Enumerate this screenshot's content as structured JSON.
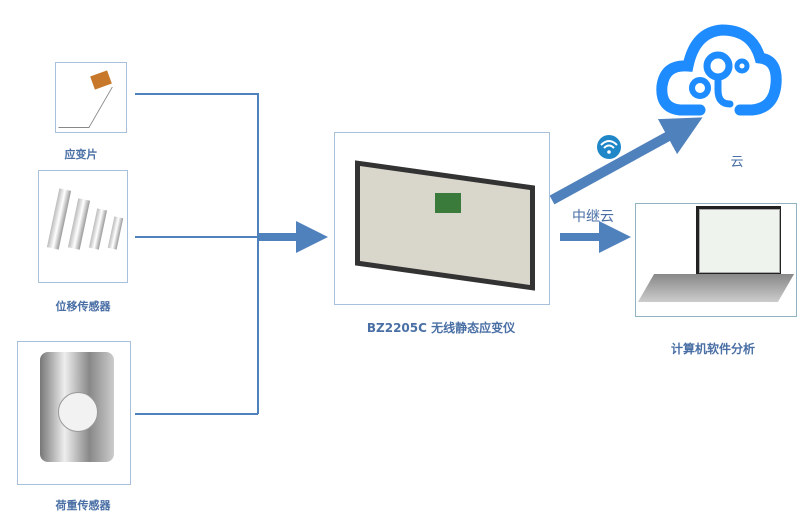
{
  "sensors": [
    {
      "label": "应变片"
    },
    {
      "label": "位移传感器"
    },
    {
      "label": "荷重传感器"
    }
  ],
  "device": {
    "label": "BZ2205C 无线静态应变仪"
  },
  "cloud": {
    "label": "云"
  },
  "relay": {
    "label": "中继云"
  },
  "computer": {
    "label": "计算机软件分析"
  },
  "colors": {
    "line": "#4f81bd",
    "label": "#4a6fa5",
    "cloud": "#1e8cff"
  }
}
